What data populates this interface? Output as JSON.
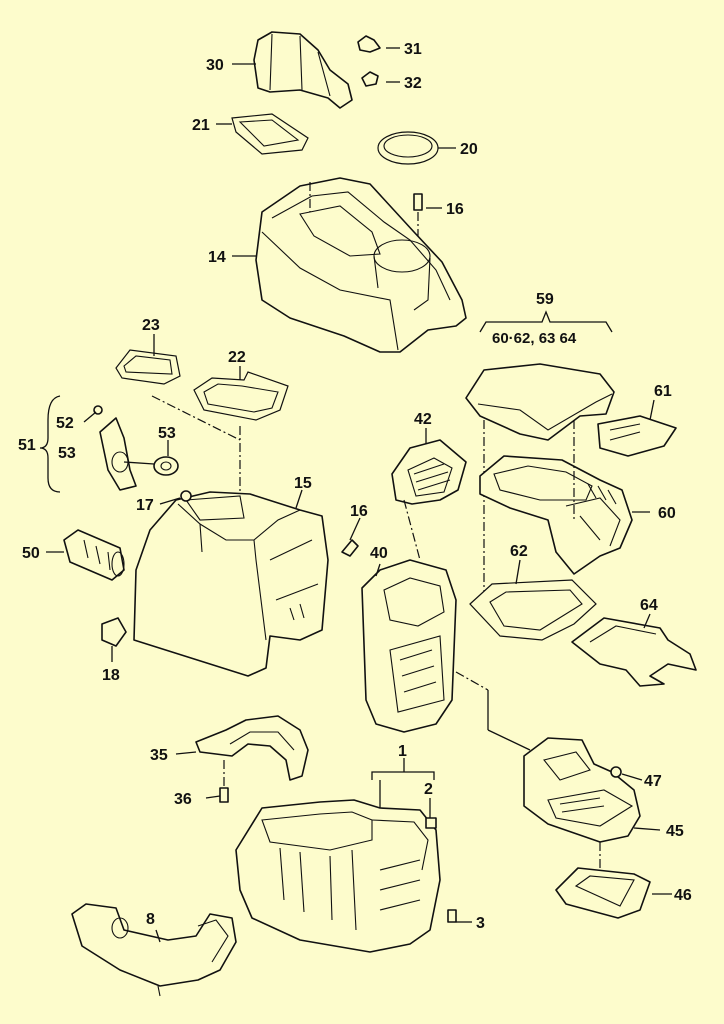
{
  "background": "#fdfccc",
  "line_color": "#111111",
  "callouts": {
    "c1": "1",
    "c2": "2",
    "c3": "3",
    "c8": "8",
    "c14": "14",
    "c15": "15",
    "c16a": "16",
    "c16b": "16",
    "c17": "17",
    "c18": "18",
    "c20": "20",
    "c21": "21",
    "c22": "22",
    "c23": "23",
    "c30": "30",
    "c31": "31",
    "c32": "32",
    "c35": "35",
    "c36": "36",
    "c40": "40",
    "c42": "42",
    "c45": "45",
    "c46": "46",
    "c47": "47",
    "c50": "50",
    "c51": "51",
    "c52": "52",
    "c53a": "53",
    "c53b": "53",
    "c59": "59",
    "c59_sub": "60·62, 63 64",
    "c60": "60",
    "c61": "61",
    "c62": "62",
    "c64": "64"
  }
}
